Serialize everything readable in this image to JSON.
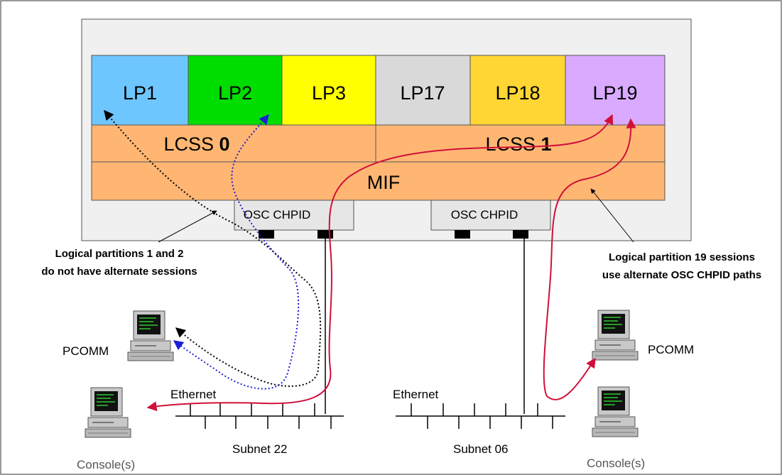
{
  "lps": [
    {
      "label": "LP1",
      "color": "#6EC6FF"
    },
    {
      "label": "LP2",
      "color": "#00DD00"
    },
    {
      "label": "LP3",
      "color": "#FFFF00"
    },
    {
      "label": "LP17",
      "color": "#D9D9D9"
    },
    {
      "label": "LP18",
      "color": "#FFD633"
    },
    {
      "label": "LP19",
      "color": "#D9AAFF"
    }
  ],
  "lcss": [
    {
      "prefix": "LCSS ",
      "num": "0"
    },
    {
      "prefix": "LCSS ",
      "num": "1"
    }
  ],
  "mif_label": "MIF",
  "chpids": [
    "OSC CHPID",
    "OSC CHPID"
  ],
  "notes": {
    "left": [
      "Logical partitions 1 and 2",
      "do not have alternate sessions"
    ],
    "right": [
      "Logical partition 19 sessions",
      "use alternate OSC CHPID paths"
    ]
  },
  "left_pcomm_label": "PCOMM",
  "right_pcomm_label": "PCOMM",
  "left_console_label": "Console(s)",
  "right_console_label": "Console(s)",
  "left_ethernet_label": "Ethernet",
  "right_ethernet_label": "Ethernet",
  "left_subnet_label": "Subnet 22",
  "right_subnet_label": "Subnet 06",
  "colors": {
    "frame_bg": "#F0F0F0",
    "lcss_bg": "#FFB673",
    "chpid_bg": "#E6E6E6",
    "path_red": "#D0103A",
    "path_blue": "#1E1ED6",
    "path_black": "#000000"
  }
}
